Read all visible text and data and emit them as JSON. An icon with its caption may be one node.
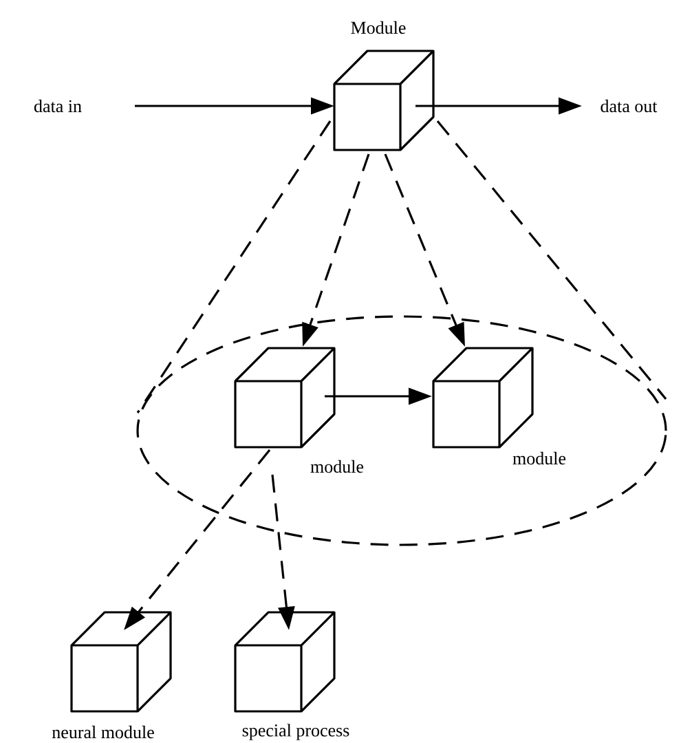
{
  "diagram": {
    "nodes": [
      {
        "text": [
          "data in"
        ]
      },
      {
        "text": [
          "data out"
        ]
      },
      {
        "text": [
          "Module"
        ]
      },
      {
        "text": [],
        "shape": "ellipse"
      },
      {
        "text": [
          "module"
        ],
        "in": 3
      },
      {
        "text": [
          "module"
        ],
        "in": 3
      },
      {
        "text": [
          "neural module"
        ]
      },
      {
        "text": [
          "special process"
        ]
      }
    ],
    "edges": [
      {
        "from": 0,
        "to": 2,
        "arrow": "to"
      },
      {
        "from": 2,
        "to": 1,
        "arrow": "to"
      },
      {
        "from": 2,
        "to": 3,
        "arrow": "none",
        "style": "dashed"
      },
      {
        "from": 2,
        "to": 3,
        "arrow": "none",
        "style": "dashed"
      },
      {
        "from": 2,
        "to": 4,
        "arrow": "to",
        "style": "dashed"
      },
      {
        "from": 2,
        "to": 5,
        "arrow": "to",
        "style": "dashed"
      },
      {
        "from": 4,
        "to": 5,
        "arrow": "to"
      },
      {
        "from": 4,
        "to": 6,
        "arrow": "to",
        "style": "dashed"
      },
      {
        "from": 4,
        "to": 7,
        "arrow": "to",
        "style": "dashed"
      }
    ]
  }
}
